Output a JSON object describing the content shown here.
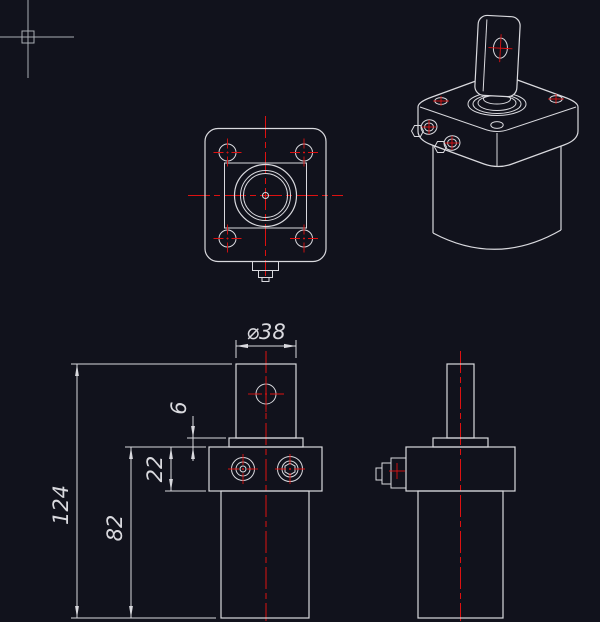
{
  "app": {
    "background": "#11121c",
    "geometry_color": "#d9d9de",
    "centerline_color": "#dd1111",
    "dimension_color": "#d9d9de",
    "cursor_icon": "crosshair"
  },
  "dimensions": {
    "flange_width_dia": "⌀38",
    "neck_height": "6",
    "block_height": "22",
    "body_height": "82",
    "overall_height": "124"
  }
}
